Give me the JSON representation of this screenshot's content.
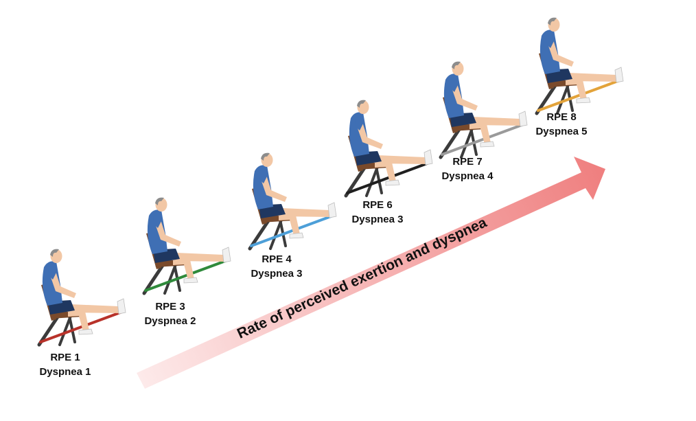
{
  "arrow": {
    "label": "Rate of perceived exertion and dyspnea",
    "color_start": "#fdeaea",
    "color_end": "#ef7f7f"
  },
  "figures": [
    {
      "rpe": "RPE 1",
      "dyspnea": "Dyspnea 1",
      "band_color": "#b8322a"
    },
    {
      "rpe": "RPE 3",
      "dyspnea": "Dyspnea 2",
      "band_color": "#2f8a3b"
    },
    {
      "rpe": "RPE 4",
      "dyspnea": "Dyspnea 3",
      "band_color": "#4d9fd8"
    },
    {
      "rpe": "RPE 6",
      "dyspnea": "Dyspnea 3",
      "band_color": "#1f1f1f"
    },
    {
      "rpe": "RPE 7",
      "dyspnea": "Dyspnea 4",
      "band_color": "#9a9a9a"
    },
    {
      "rpe": "RPE 8",
      "dyspnea": "Dyspnea 5",
      "band_color": "#e3a33a"
    }
  ],
  "colors": {
    "shirt": "#3f6fb4",
    "shorts": "#1f3760",
    "skin": "#f2c7a5",
    "hair": "#8c8c8c",
    "chair_seat": "#7a4a2b",
    "chair_legs": "#3b3b3b",
    "shoe": "#f0f0f0"
  }
}
